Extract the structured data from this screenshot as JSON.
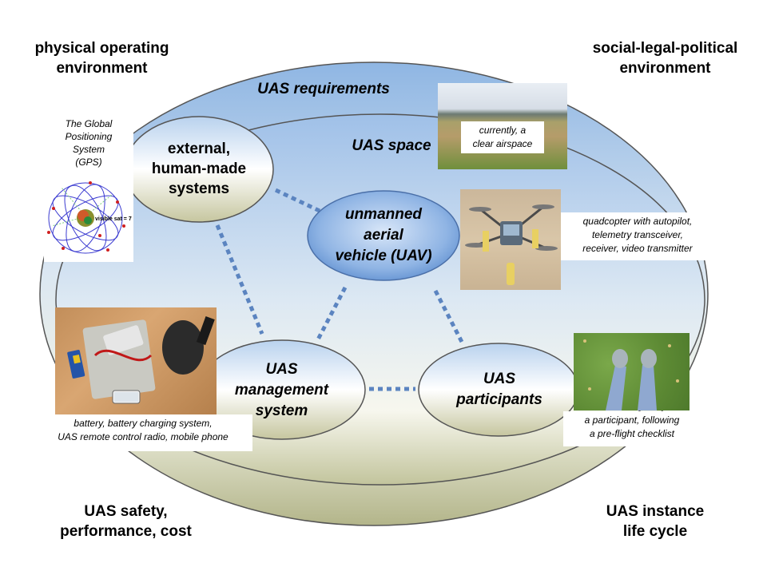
{
  "corners": {
    "top_left": "physical operating\nenvironment",
    "top_right": "social-legal-political\nenvironment",
    "bottom_left": "UAS safety,\nperformance, cost",
    "bottom_right": "UAS instance\nlife cycle"
  },
  "regions": {
    "requirements": "UAS requirements",
    "space": "UAS space"
  },
  "nodes": {
    "external": "external,\nhuman-made\nsystems",
    "uav": "unmanned\naerial\nvehicle (UAV)",
    "management": "UAS\nmanagement\nsystem",
    "participants": "UAS\nparticipants"
  },
  "photos": {
    "gps": {
      "label": "The Global\nPositioning\nSystem\n(GPS)",
      "inset": "visible sat = 7"
    },
    "airspace": {
      "caption": "currently, a\nclear airspace"
    },
    "quadcopter": {
      "caption": "quadcopter with autopilot,\ntelemetry transceiver,\nreceiver, video transmitter"
    },
    "equipment": {
      "caption": "battery, battery charging system,\nUAS remote control radio, mobile phone"
    },
    "participant": {
      "caption": "a participant, following\na pre-flight checklist"
    }
  }
}
